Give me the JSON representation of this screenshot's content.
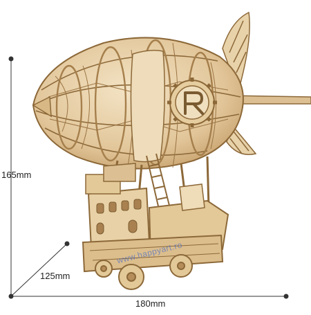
{
  "dimensions": {
    "height_label": "165mm",
    "depth_label": "125mm",
    "width_label": "180mm"
  },
  "watermark": "www.happyart.ro",
  "colors": {
    "wood_light": "#ecd8b4",
    "wood_mid": "#d9bb8c",
    "wood_dark": "#b58d5a",
    "wood_line": "#8c6838",
    "dimension_line": "#333333",
    "watermark": "#2e5cd6"
  }
}
